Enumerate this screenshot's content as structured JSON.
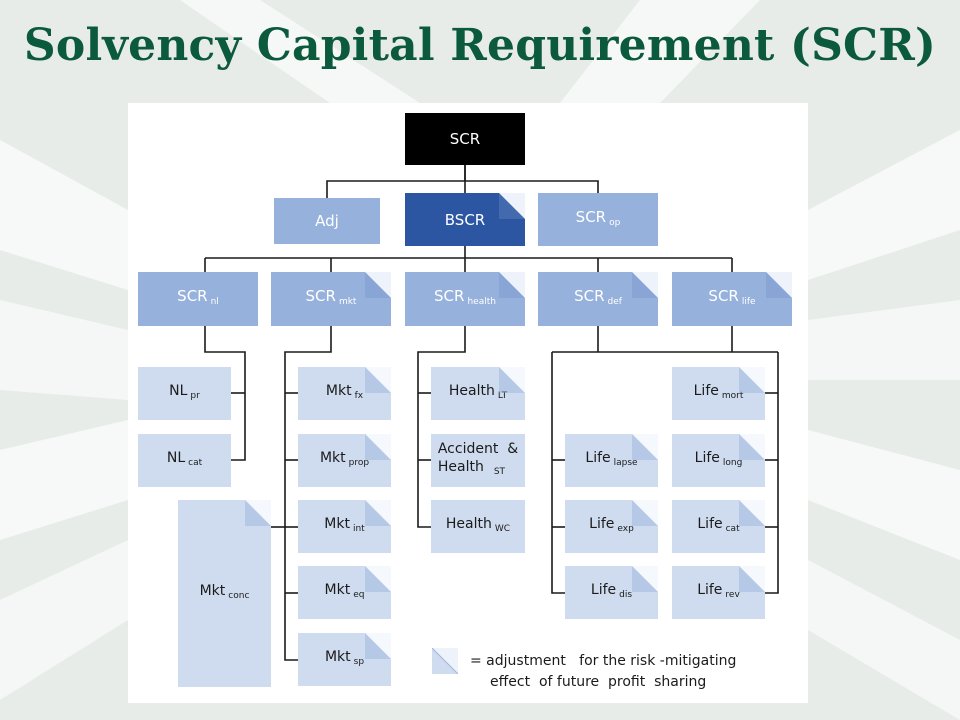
{
  "title": "Solvency Capital Requirement (SCR)",
  "colors": {
    "title": "#0c5a3e",
    "scr_box": "#000000",
    "bscr_box": "#2c56a2",
    "module_box": "#96b1dc",
    "submodule_box": "#cfdcef",
    "fold_corner": "#eef3fb"
  },
  "nodes": {
    "scr": {
      "main": "SCR",
      "sub": ""
    },
    "adj": {
      "main": "Adj",
      "sub": ""
    },
    "bscr": {
      "main": "BSCR",
      "sub": ""
    },
    "scr_op": {
      "main": "SCR",
      "sub": "op"
    },
    "scr_nl": {
      "main": "SCR",
      "sub": "nl"
    },
    "scr_mkt": {
      "main": "SCR",
      "sub": "mkt"
    },
    "scr_health": {
      "main": "SCR",
      "sub": "health"
    },
    "scr_def": {
      "main": "SCR",
      "sub": "def"
    },
    "scr_life": {
      "main": "SCR",
      "sub": "life"
    },
    "nl_pr": {
      "main": "NL",
      "sub": "pr"
    },
    "nl_cat": {
      "main": "NL",
      "sub": "cat"
    },
    "mkt_conc": {
      "main": "Mkt",
      "sub": "conc"
    },
    "mkt_fx": {
      "main": "Mkt",
      "sub": "fx"
    },
    "mkt_prop": {
      "main": "Mkt",
      "sub": "prop"
    },
    "mkt_int": {
      "main": "Mkt",
      "sub": "int"
    },
    "mkt_eq": {
      "main": "Mkt",
      "sub": "eq"
    },
    "mkt_sp": {
      "main": "Mkt",
      "sub": "sp"
    },
    "health_lt": {
      "main": "Health",
      "sub": "LT"
    },
    "accident_health_st": {
      "line1": "Accident  &",
      "line2": "Health",
      "sub": "ST"
    },
    "health_wc": {
      "main": "Health",
      "sub": "WC"
    },
    "life_mort": {
      "main": "Life",
      "sub": "mort"
    },
    "life_lapse": {
      "main": "Life",
      "sub": "lapse"
    },
    "life_long": {
      "main": "Life",
      "sub": "long"
    },
    "life_exp": {
      "main": "Life",
      "sub": "exp"
    },
    "life_cat": {
      "main": "Life",
      "sub": "cat"
    },
    "life_dis": {
      "main": "Life",
      "sub": "dis"
    },
    "life_rev": {
      "main": "Life",
      "sub": "rev"
    }
  },
  "legend": {
    "line1": "= adjustment   for the risk -mitigating",
    "line2": "effect  of future  profit  sharing"
  }
}
